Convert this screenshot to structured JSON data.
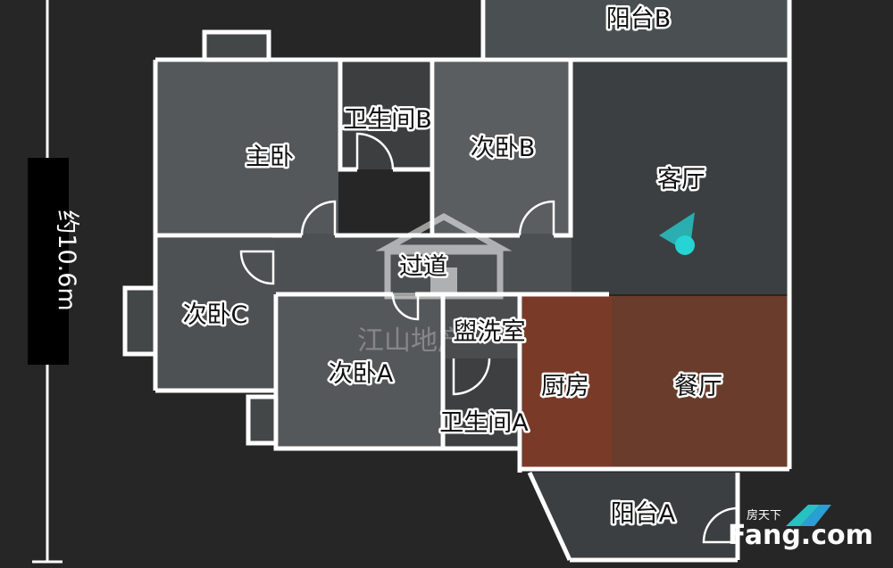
{
  "floorplan": {
    "dimension": "约10.6m",
    "rooms": {
      "master_bedroom": "主卧",
      "bathroom_b": "卫生间B",
      "second_bedroom_b": "次卧B",
      "living_room": "客厅",
      "balcony_b": "阳台B",
      "hallway": "过道",
      "second_bedroom_c": "次卧C",
      "washroom": "盥洗室",
      "second_bedroom_a": "次卧A",
      "kitchen": "厨房",
      "dining_room": "餐厅",
      "bathroom_a": "卫生间A",
      "balcony_a": "阳台A"
    },
    "watermark": "江山地产",
    "viewpoint_icon": "camera-viewpoint-icon"
  },
  "branding": {
    "logo_small": "房天下",
    "logo_main": "Fang.com"
  },
  "colors": {
    "background": "#262626",
    "wall": "#ffffff",
    "viewpoint": "#26d4d4",
    "kitchen_brick": "#7a3a28"
  }
}
